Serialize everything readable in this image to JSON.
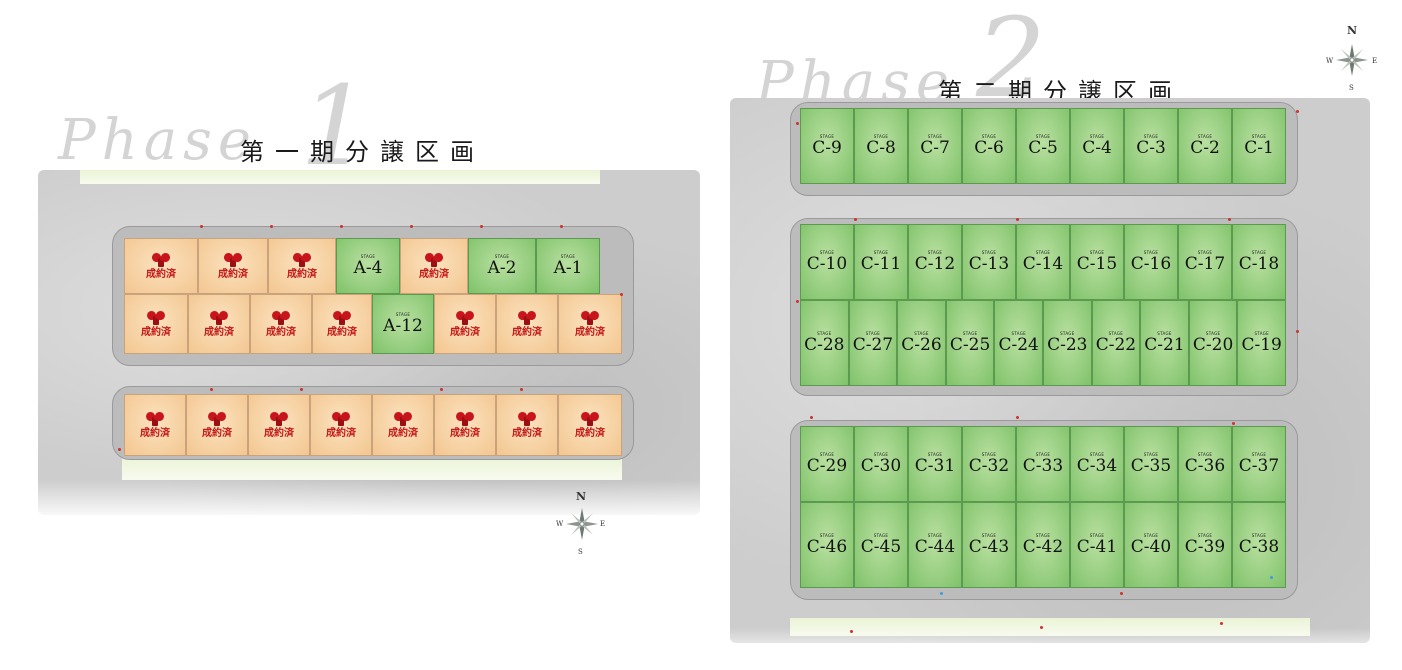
{
  "phase1": {
    "script": "Phase",
    "number": "1",
    "title": "第一期分譲区画",
    "sold_label": "成約済",
    "stage_label": "STAGE",
    "lots": [
      {
        "id": "p1-r1-1",
        "status": "sold"
      },
      {
        "id": "p1-r1-2",
        "status": "sold"
      },
      {
        "id": "p1-r1-3",
        "status": "sold"
      },
      {
        "id": "p1-r1-4",
        "status": "available",
        "label": "A-4"
      },
      {
        "id": "p1-r1-5",
        "status": "sold"
      },
      {
        "id": "p1-r1-6",
        "status": "available",
        "label": "A-2"
      },
      {
        "id": "p1-r1-7",
        "status": "available",
        "label": "A-1"
      },
      {
        "id": "p1-r2-1",
        "status": "sold"
      },
      {
        "id": "p1-r2-2",
        "status": "sold"
      },
      {
        "id": "p1-r2-3",
        "status": "sold"
      },
      {
        "id": "p1-r2-4",
        "status": "sold"
      },
      {
        "id": "p1-r2-5",
        "status": "available",
        "label": "A-12"
      },
      {
        "id": "p1-r2-6",
        "status": "sold"
      },
      {
        "id": "p1-r2-7",
        "status": "sold"
      },
      {
        "id": "p1-r2-8",
        "status": "sold"
      },
      {
        "id": "p1-r3-1",
        "status": "sold"
      },
      {
        "id": "p1-r3-2",
        "status": "sold"
      },
      {
        "id": "p1-r3-3",
        "status": "sold"
      },
      {
        "id": "p1-r3-4",
        "status": "sold"
      },
      {
        "id": "p1-r3-5",
        "status": "sold"
      },
      {
        "id": "p1-r3-6",
        "status": "sold"
      },
      {
        "id": "p1-r3-7",
        "status": "sold"
      },
      {
        "id": "p1-r3-8",
        "status": "sold"
      }
    ],
    "compass": {
      "n": "N",
      "s": "S",
      "e": "E",
      "w": "W"
    }
  },
  "phase2": {
    "script": "Phase",
    "number": "2",
    "title": "第二期分譲区画",
    "stage_label": "STAGE",
    "rows": [
      [
        "C-9",
        "C-8",
        "C-7",
        "C-6",
        "C-5",
        "C-4",
        "C-3",
        "C-2",
        "C-1"
      ],
      [
        "C-10",
        "C-11",
        "C-12",
        "C-13",
        "C-14",
        "C-15",
        "C-16",
        "C-17",
        "C-18"
      ],
      [
        "C-28",
        "C-27",
        "C-26",
        "C-25",
        "C-24",
        "C-23",
        "C-22",
        "C-21",
        "C-20",
        "C-19"
      ],
      [
        "C-29",
        "C-30",
        "C-31",
        "C-32",
        "C-33",
        "C-34",
        "C-35",
        "C-36",
        "C-37"
      ],
      [
        "C-46",
        "C-45",
        "C-44",
        "C-43",
        "C-42",
        "C-41",
        "C-40",
        "C-39",
        "C-38"
      ]
    ],
    "compass": {
      "n": "N",
      "s": "S",
      "e": "E",
      "w": "W"
    }
  },
  "colors": {
    "sold_fill": "#f3c690",
    "available_fill": "#7fc26a",
    "sold_text": "#c21a1a",
    "road": "#cdcdcd"
  }
}
